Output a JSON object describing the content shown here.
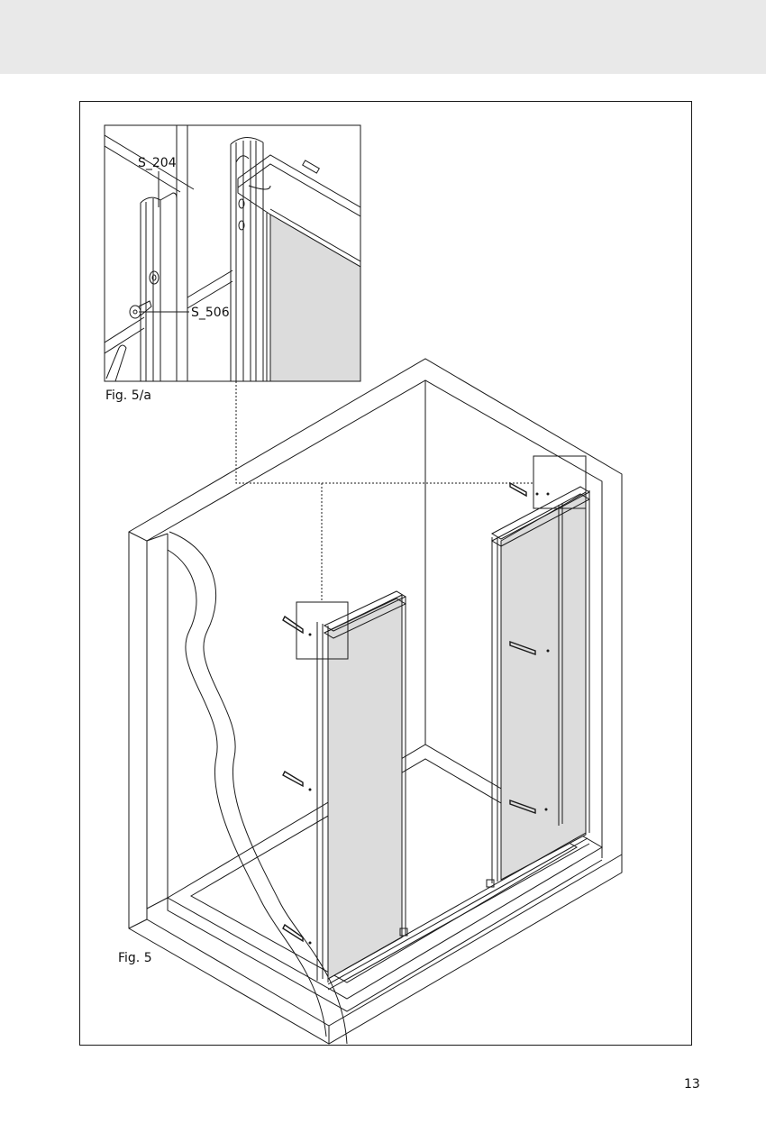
{
  "detail": {
    "part_top": "S_204",
    "part_bottom": "S_506",
    "caption": "Fig. 5/a"
  },
  "main": {
    "caption": "Fig. 5"
  },
  "page": {
    "number": "13"
  },
  "colors": {
    "header_band": "#e9e9e9",
    "glass": "#dcdcdc",
    "line": "#1a1a1a"
  }
}
